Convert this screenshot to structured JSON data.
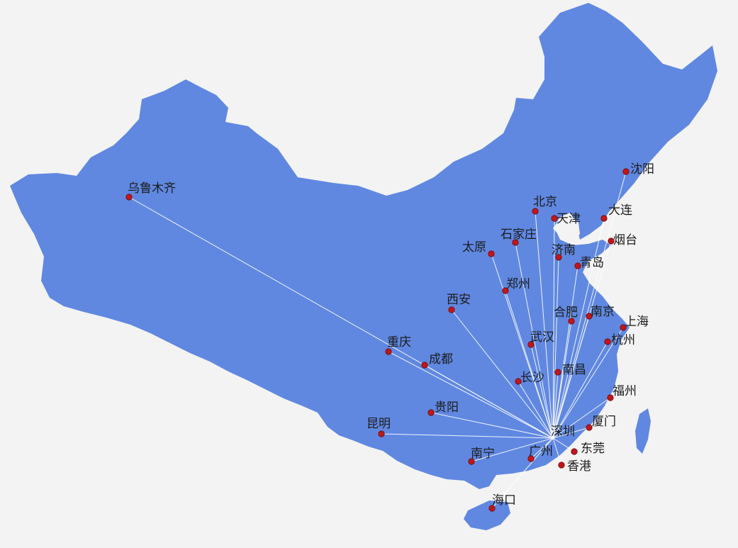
{
  "colors": {
    "land": "#6088e1",
    "background": "#f3f3f3",
    "route": "#ffffff",
    "city_dot": "#c0171b"
  },
  "hub": "深圳",
  "cities": [
    {
      "id": "urumqi",
      "name": "乌鲁木齐"
    },
    {
      "id": "shenyang",
      "name": "沈阳"
    },
    {
      "id": "dalian",
      "name": "大连"
    },
    {
      "id": "beijing",
      "name": "北京"
    },
    {
      "id": "tianjin",
      "name": "天津"
    },
    {
      "id": "yantai",
      "name": "烟台"
    },
    {
      "id": "shijiazhuang",
      "name": "石家庄"
    },
    {
      "id": "taiyuan",
      "name": "太原"
    },
    {
      "id": "jinan",
      "name": "济南"
    },
    {
      "id": "qingdao",
      "name": "青岛"
    },
    {
      "id": "zhengzhou",
      "name": "郑州"
    },
    {
      "id": "xian",
      "name": "西安"
    },
    {
      "id": "hefei",
      "name": "合肥"
    },
    {
      "id": "nanjing",
      "name": "南京"
    },
    {
      "id": "shanghai",
      "name": "上海"
    },
    {
      "id": "hangzhou",
      "name": "杭州"
    },
    {
      "id": "wuhan",
      "name": "武汉"
    },
    {
      "id": "chongqing",
      "name": "重庆"
    },
    {
      "id": "chengdu",
      "name": "成都"
    },
    {
      "id": "nanchang",
      "name": "南昌"
    },
    {
      "id": "changsha",
      "name": "长沙"
    },
    {
      "id": "fuzhou",
      "name": "福州"
    },
    {
      "id": "guiyang",
      "name": "贵阳"
    },
    {
      "id": "xiamen",
      "name": "厦门"
    },
    {
      "id": "kunming",
      "name": "昆明"
    },
    {
      "id": "shenzhen",
      "name": "深圳"
    },
    {
      "id": "guangzhou",
      "name": "广州"
    },
    {
      "id": "dongguan",
      "name": "东莞"
    },
    {
      "id": "nanning",
      "name": "南宁"
    },
    {
      "id": "hongkong",
      "name": "香港"
    },
    {
      "id": "haikou",
      "name": "海口"
    }
  ]
}
